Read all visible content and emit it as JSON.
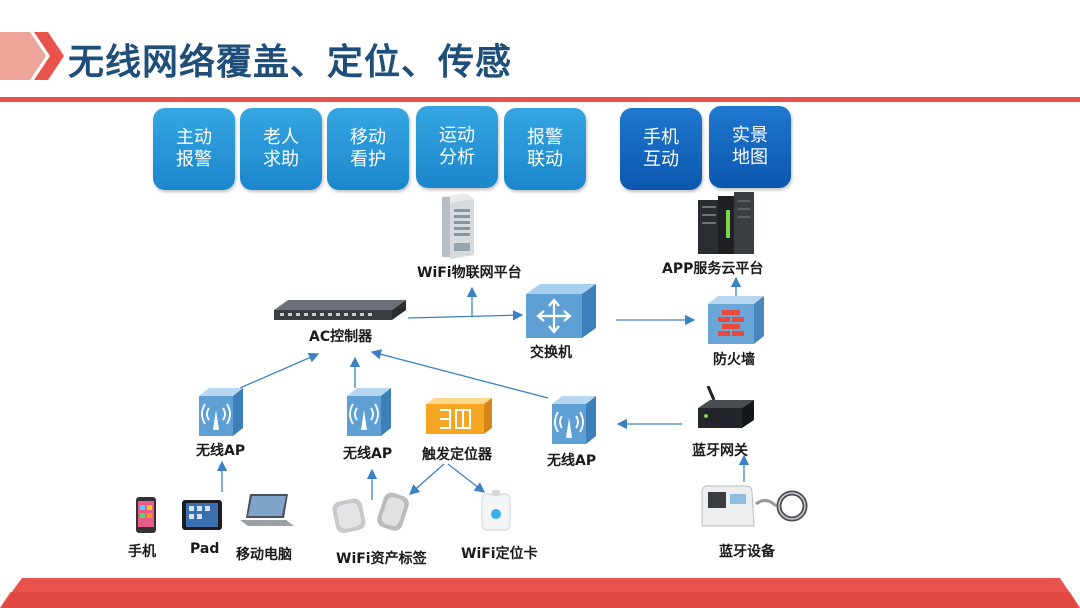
{
  "title": "无线网络覆盖、定位、传感",
  "function_boxes": [
    {
      "line1": "主动",
      "line2": "报警"
    },
    {
      "line1": "老人",
      "line2": "求助"
    },
    {
      "line1": "移动",
      "line2": "看护"
    },
    {
      "line1": "运动",
      "line2": "分析"
    },
    {
      "line1": "报警",
      "line2": "联动"
    },
    {
      "line1": "手机",
      "line2": "互动"
    },
    {
      "line1": "实景",
      "line2": "地图"
    }
  ],
  "nodes": {
    "iot_platform": "WiFi物联网平台",
    "app_cloud": "APP服务云平台",
    "ac_controller": "AC控制器",
    "switch": "交换机",
    "firewall": "防火墙",
    "ap1": "无线AP",
    "ap2": "无线AP",
    "ap3": "无线AP",
    "trigger_locator": "触发定位器",
    "bt_gateway": "蓝牙网关",
    "phone": "手机",
    "pad": "Pad",
    "laptop": "移动电脑",
    "asset_tag": "WiFi资产标签",
    "locator_card": "WiFi定位卡",
    "bt_device": "蓝牙设备"
  },
  "colors": {
    "title": "#1f4e79",
    "accent_red": "#e8534b",
    "box_light": "#2a9bdc",
    "box_dark": "#1266c0",
    "arrow": "#3b82c4"
  }
}
